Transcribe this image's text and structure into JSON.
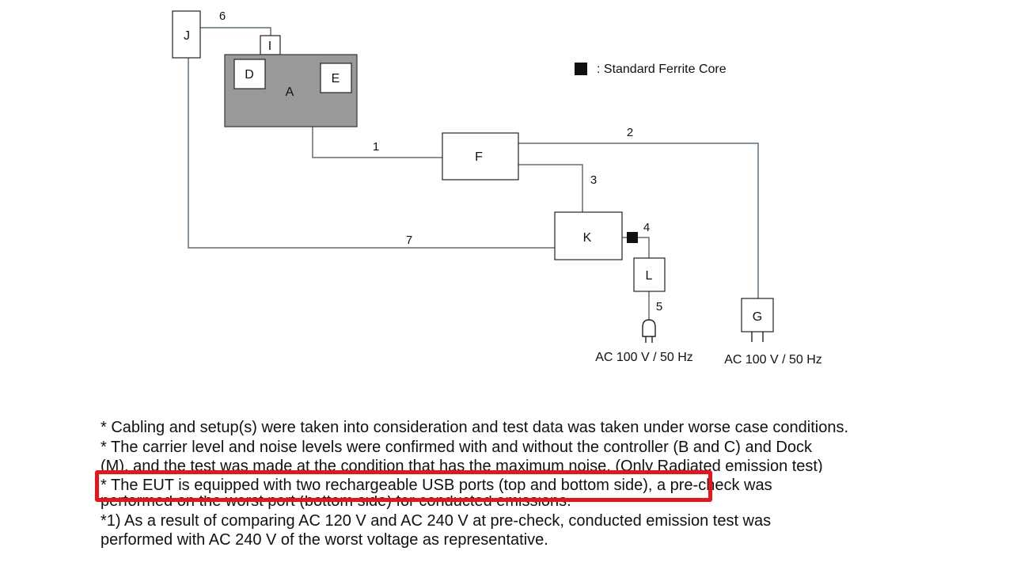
{
  "diagram": {
    "boxes": {
      "A": "A",
      "D": "D",
      "E": "E",
      "I": "I",
      "J": "J",
      "F": "F",
      "K": "K",
      "L": "L",
      "G": "G"
    },
    "wires": {
      "w1": "1",
      "w2": "2",
      "w3": "3",
      "w4": "4",
      "w5": "5",
      "w6": "6",
      "w7": "7"
    },
    "legend": ": Standard Ferrite Core",
    "ac_left": "AC 100 V / 50 Hz",
    "ac_right": "AC 100 V / 50 Hz"
  },
  "notes": {
    "line1": "* Cabling and setup(s) were taken into consideration and test data was taken under worse case conditions.",
    "line2": "* The carrier level and noise levels were confirmed with and without the controller (B and C) and Dock",
    "line3": "(M), and the test was made at the condition that has the maximum noise. (Only Radiated emission test)",
    "line4a": "* The EUT is equipped with two rechargeable USB ports (top and bottom side)",
    "line4b": ", a pre-check was",
    "line5": "performed on the worst port (bottom side) for conducted emissions.",
    "line6": "*1) As a result of comparing AC 120 V and AC 240 V at pre-check, conducted emission test was",
    "line7": "performed with AC 240 V of the worst voltage as representative."
  },
  "colors": {
    "wire": "#5a6f7a",
    "eut_fill": "#999999",
    "highlight": "#e8141b"
  }
}
